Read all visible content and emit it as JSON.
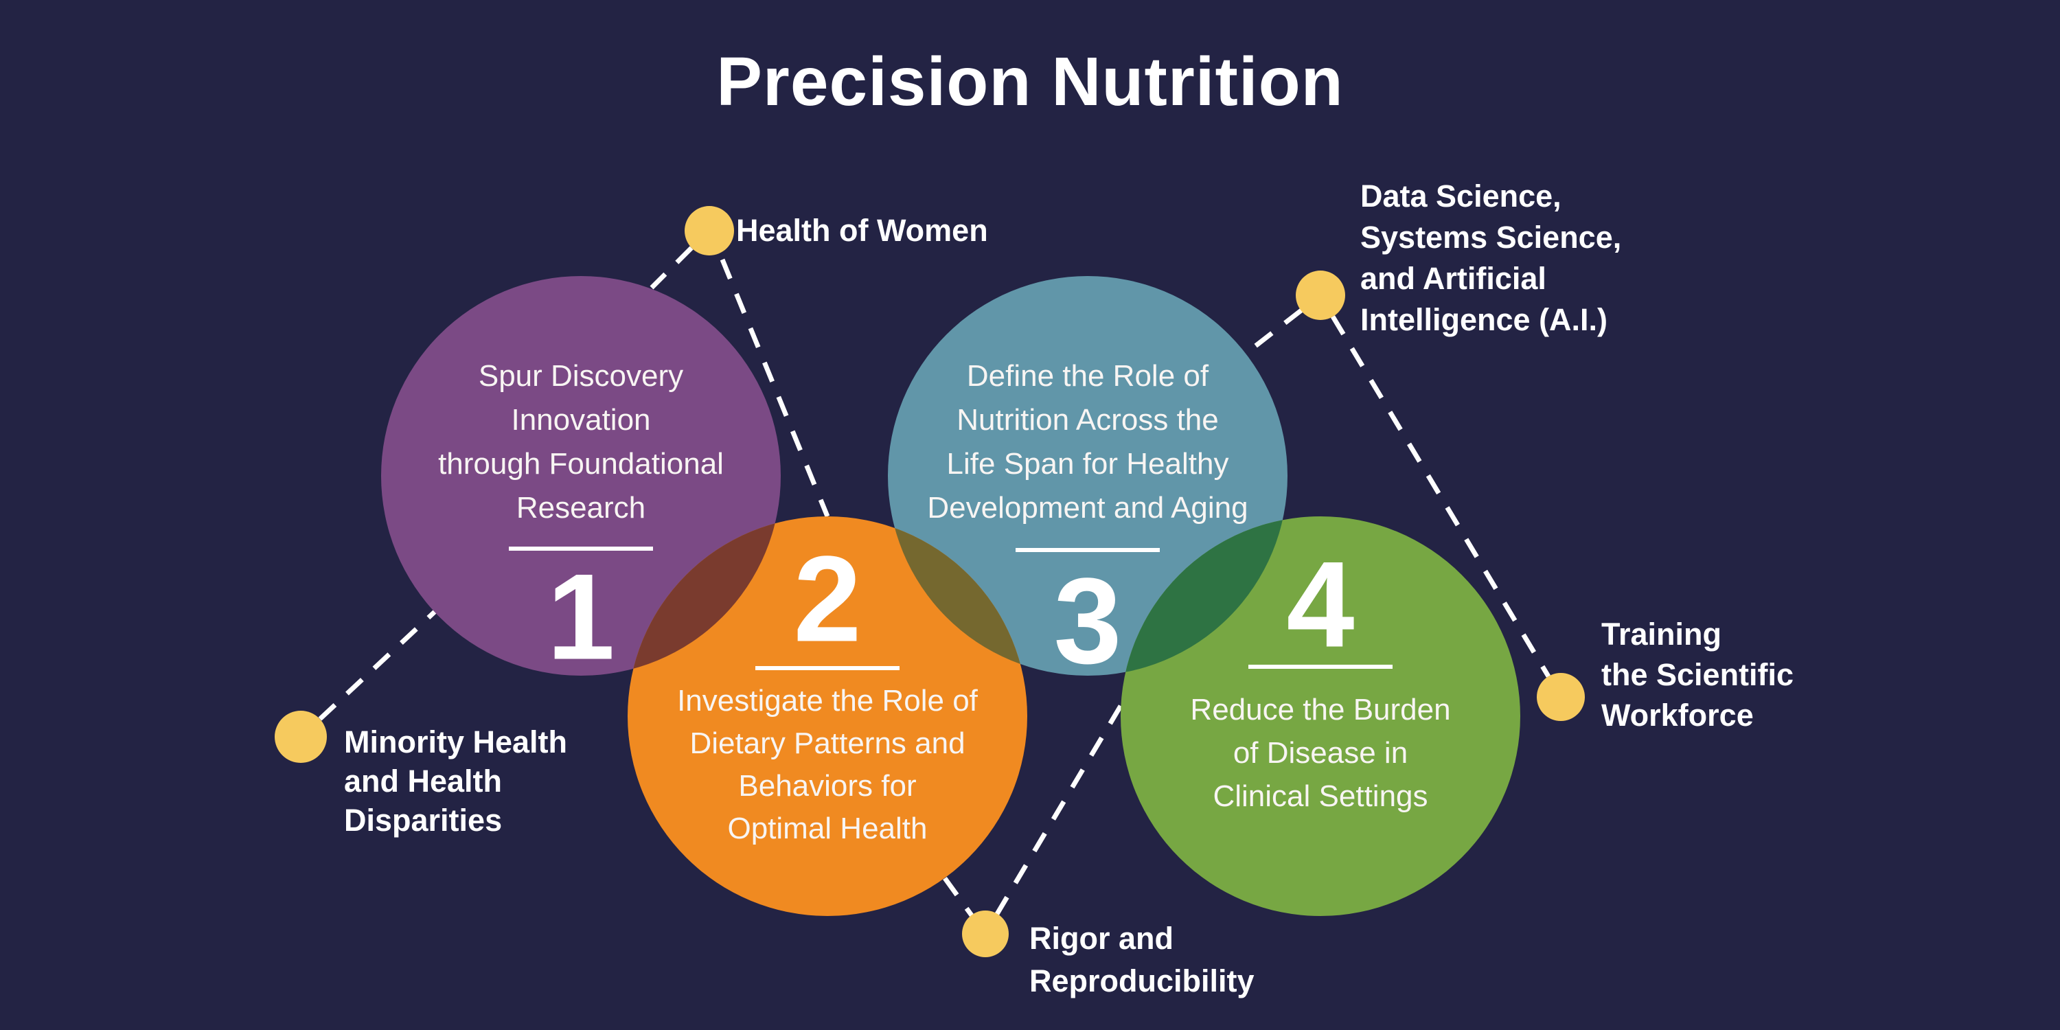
{
  "title": "Precision Nutrition",
  "colors": {
    "background": "#232344",
    "yellow_dot": "#F6CA5E",
    "text_white": "#FFFFFF",
    "overlap_1_2": "#7A3B2E",
    "overlap_2_3": "#75682F",
    "overlap_3_4": "#2E7343"
  },
  "goals": [
    {
      "number": "1",
      "color": "#7B4A85",
      "text": "Spur Discovery\nInnovation\nthrough Foundational\nResearch"
    },
    {
      "number": "2",
      "color": "#F08A21",
      "text": "Investigate the Role of\nDietary Patterns and\nBehaviors for\nOptimal Health"
    },
    {
      "number": "3",
      "color": "#6196A9",
      "text": "Define the Role of\nNutrition Across the\nLife Span for Healthy\nDevelopment and Aging"
    },
    {
      "number": "4",
      "color": "#77A743",
      "text": "Reduce the Burden\nof Disease in\nClinical Settings"
    }
  ],
  "cross_cutting_themes": [
    {
      "id": "health-of-women",
      "label": "Health of Women"
    },
    {
      "id": "data-science",
      "label": "Data Science,\nSystems Science,\nand Artificial\nIntelligence (A.I.)"
    },
    {
      "id": "minority-health",
      "label": "Minority Health\nand Health\nDisparities"
    },
    {
      "id": "rigor",
      "label": "Rigor and\nReproducibility"
    },
    {
      "id": "training",
      "label": "Training\nthe Scientific\nWorkforce"
    }
  ]
}
